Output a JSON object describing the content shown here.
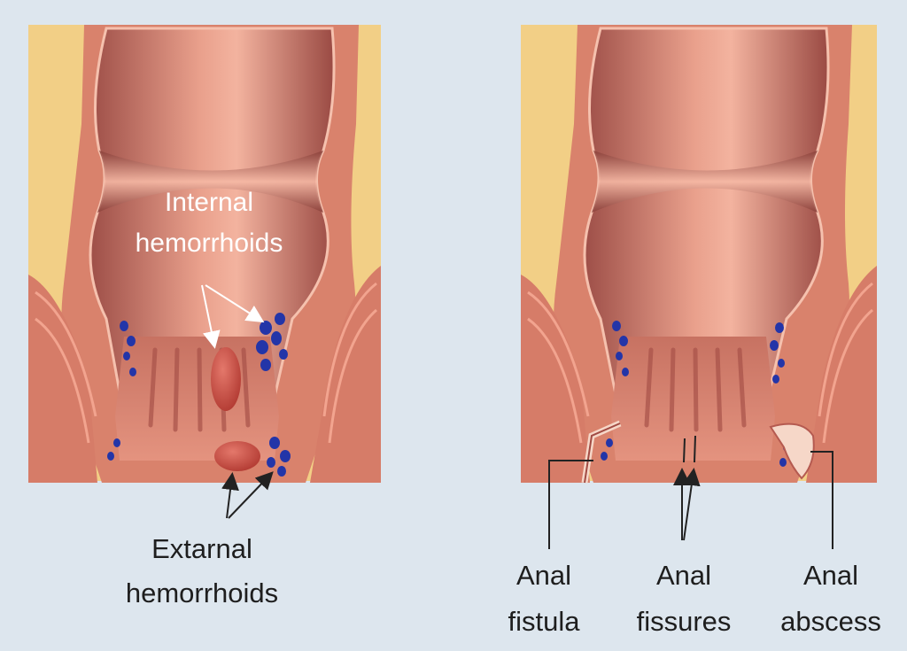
{
  "left_panel": {
    "label_internal_line1": "Internal",
    "label_internal_line2": "hemorrhoids",
    "label_external_line1": "Extarnal",
    "label_external_line2": "hemorrhoids"
  },
  "right_panel": {
    "label_fistula_line1": "Anal",
    "label_fistula_line2": "fistula",
    "label_fissures_line1": "Anal",
    "label_fissures_line2": "fissures",
    "label_abscess_line1": "Anal",
    "label_abscess_line2": "abscess"
  },
  "colors": {
    "background": "#dde6ee",
    "fat": "#f2cf86",
    "muscle": "#d9826c",
    "lumen": "#b8645a",
    "lumen_highlight": "#f0aa96",
    "vein": "#2335a8",
    "hemorrhoid": "#c9463c"
  }
}
